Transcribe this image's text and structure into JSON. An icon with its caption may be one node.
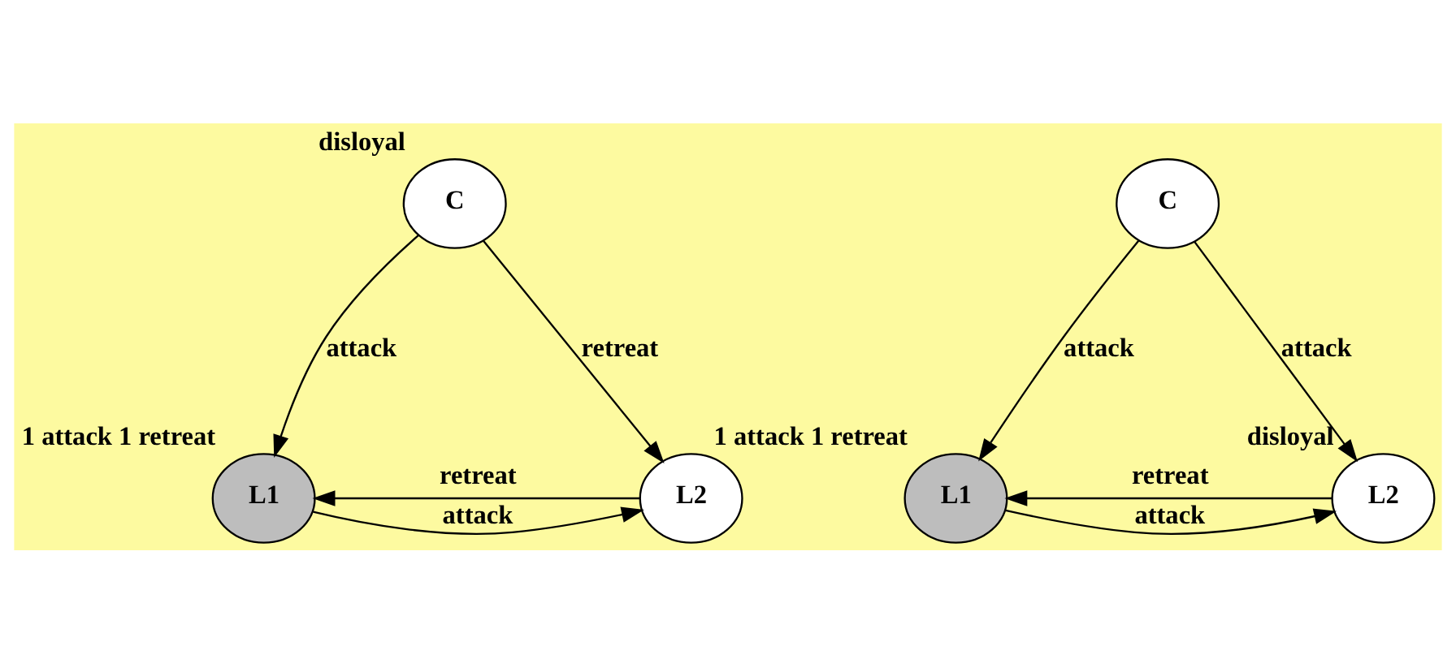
{
  "diagram": {
    "nodes": [
      {
        "text": [
          "C"
        ],
        "beside": [
          "disloyal"
        ]
      },
      {
        "text": [
          "L1"
        ],
        "beside": [
          "1 attack 1 retreat"
        ]
      },
      {
        "text": [
          "L2"
        ]
      },
      {
        "text": [
          "C"
        ]
      },
      {
        "text": [
          "L1"
        ],
        "beside": [
          "1 attack 1 retreat"
        ]
      },
      {
        "text": [
          "L2"
        ],
        "beside": [
          "disloyal"
        ]
      }
    ],
    "edges": [
      {
        "from": 0,
        "to": 1,
        "arrow": "to",
        "label": "attack"
      },
      {
        "from": 0,
        "to": 2,
        "arrow": "to",
        "label": "retreat"
      },
      {
        "from": 1,
        "to": 2,
        "arrow": "to",
        "label": "attack"
      },
      {
        "from": 2,
        "to": 1,
        "arrow": "to",
        "label": "retreat"
      },
      {
        "from": 3,
        "to": 4,
        "arrow": "to",
        "label": "attack"
      },
      {
        "from": 3,
        "to": 5,
        "arrow": "to",
        "label": "attack"
      },
      {
        "from": 4,
        "to": 5,
        "arrow": "to",
        "label": "attack"
      },
      {
        "from": 5,
        "to": 4,
        "arrow": "to",
        "label": "retreat"
      }
    ]
  }
}
